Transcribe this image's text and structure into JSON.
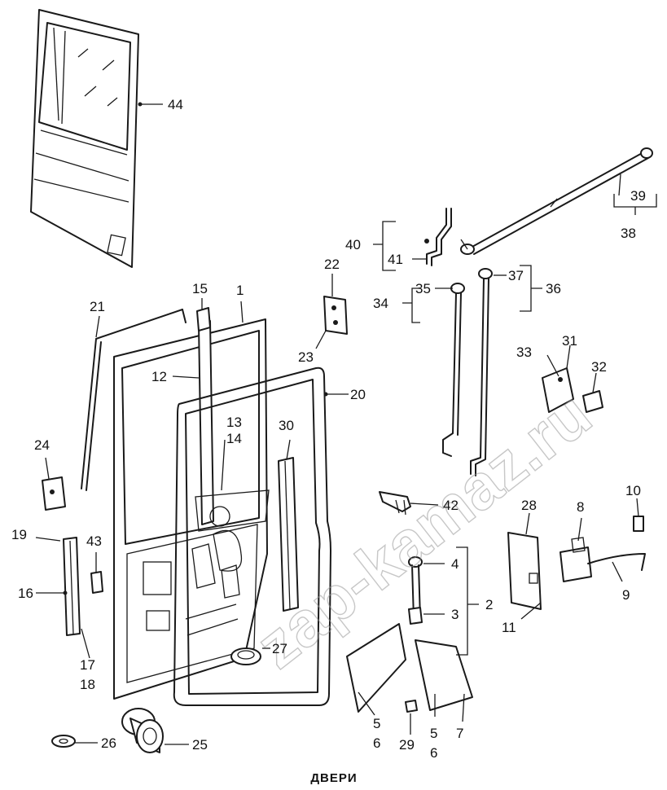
{
  "caption": "ДВЕРИ",
  "watermark": "zap-kamaz.ru",
  "labels": {
    "l1": "1",
    "l2": "2",
    "l3": "3",
    "l4": "4",
    "l5a": "5",
    "l6a": "6",
    "l5b": "5",
    "l6b": "6",
    "l7": "7",
    "l8": "8",
    "l9": "9",
    "l10": "10",
    "l11": "11",
    "l12": "12",
    "l13": "13",
    "l14": "14",
    "l15": "15",
    "l16": "16",
    "l17": "17",
    "l18": "18",
    "l19": "19",
    "l20": "20",
    "l21": "21",
    "l22": "22",
    "l23": "23",
    "l24": "24",
    "l25": "25",
    "l26": "26",
    "l27": "27",
    "l28": "28",
    "l29": "29",
    "l30": "30",
    "l31": "31",
    "l32": "32",
    "l33": "33",
    "l34": "34",
    "l35": "35",
    "l36": "36",
    "l37": "37",
    "l38": "38",
    "l39": "39",
    "l40": "40",
    "l41": "41",
    "l42": "42",
    "l43": "43",
    "l44": "44"
  }
}
